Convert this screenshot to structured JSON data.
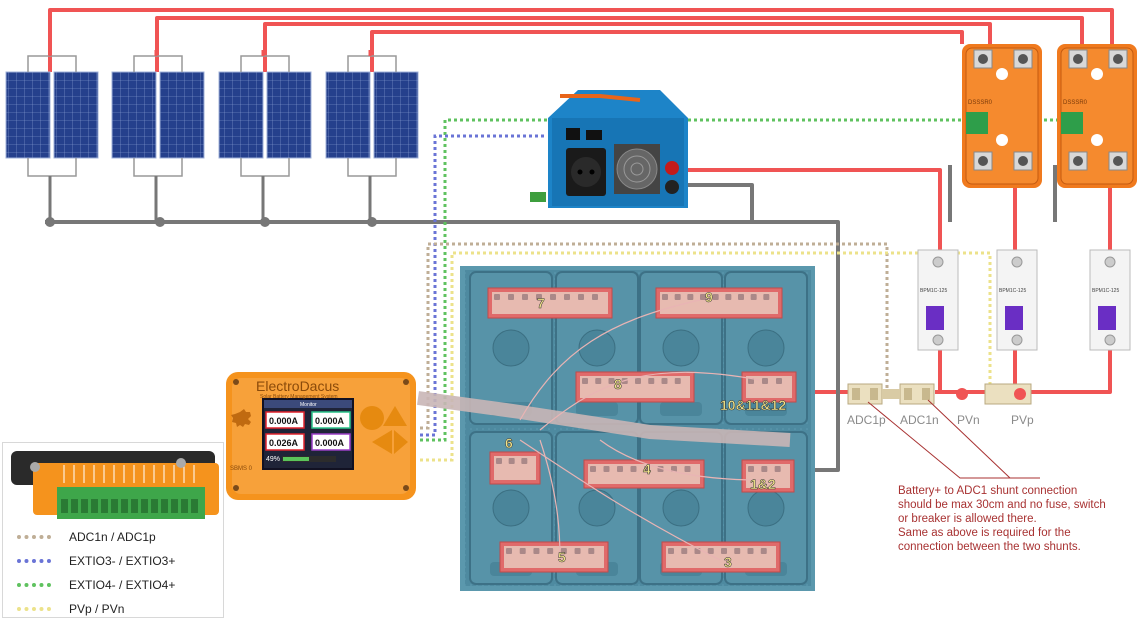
{
  "legend": {
    "items": [
      {
        "label": "ADC1n / ADC1p",
        "color": "#bfae96"
      },
      {
        "label": "EXTIO3- / EXTIO3+",
        "color": "#6a74d6"
      },
      {
        "label": "EXTIO4- / EXTIO4+",
        "color": "#5fc25f"
      },
      {
        "label": "PVp / PVn",
        "color": "#ece28a"
      }
    ]
  },
  "shunt_labels": [
    "ADC1p",
    "ADC1n",
    "PVn",
    "PVp"
  ],
  "cell_labels": [
    "7",
    "9",
    "8",
    "10&11&12",
    "6",
    "4",
    "1&2",
    "5",
    "3"
  ],
  "bms": {
    "brand": "ElectroDacus",
    "subtitle": "Solar Battery Management System",
    "screen_title": "Monitor",
    "values": [
      "0.000A",
      "0.000A",
      "0.026A",
      "0.000A"
    ],
    "soc": "49%",
    "model": "SBMS 0"
  },
  "note": "Battery+ to ADC1 shunt connection\nshould be max 30cm and no fuse, switch\nor breaker is allowed there.\nSame as above is required for the\nconnection between the two shunts.",
  "breaker_text": "BPM1C-125",
  "ssr_text": "DSSSR0",
  "colors": {
    "wire_red": "#f05454",
    "wire_gray": "#808080",
    "solar_blue": "#26418a",
    "ssr_orange": "#f07a1e",
    "battery_teal": "#4f8aa0",
    "inverter_blue": "#1d84c8",
    "bms_orange": "#f5931d",
    "note_red": "#a83232"
  }
}
